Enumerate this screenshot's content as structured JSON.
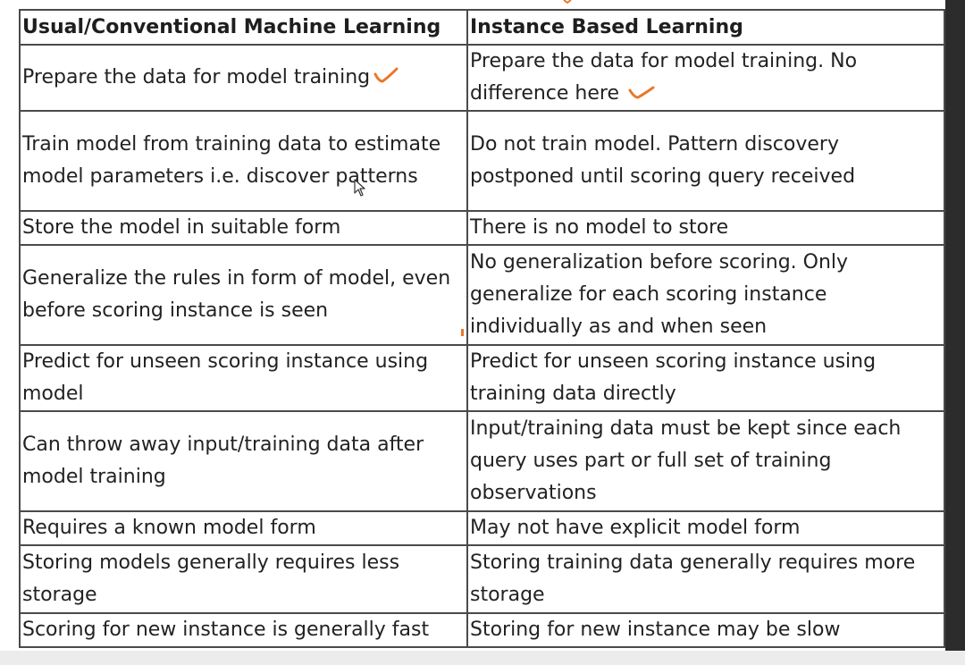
{
  "table": {
    "headers": [
      "Usual/Conventional Machine Learning",
      "Instance Based Learning"
    ],
    "rows": [
      [
        "Prepare the data for model training",
        "Prepare the data for model training. No difference here"
      ],
      [
        "Train model from training data to estimate model parameters i.e. discover patterns",
        "Do not train model. Pattern discovery postponed until scoring query received"
      ],
      [
        "Store the model in suitable form",
        "There is no model to store"
      ],
      [
        "Generalize the rules in form of model, even before scoring instance is seen",
        "No generalization before scoring. Only generalize for each scoring instance individually as and when seen"
      ],
      [
        "Predict for unseen scoring instance using model",
        "Predict for unseen scoring instance using training data directly"
      ],
      [
        "Can throw away input/training data after model training",
        "Input/training data must be kept since each query uses part or full set of training observations"
      ],
      [
        "Requires a known model form",
        "May not have explicit model form"
      ],
      [
        "Storing models generally requires less storage",
        "Storing training data generally requires more storage"
      ],
      [
        "Scoring for new instance is generally fast",
        "Storing for new instance may be slow"
      ]
    ]
  },
  "annotations": {
    "check_color": "#e8782a",
    "check_icon": "handwritten-check-icon"
  }
}
